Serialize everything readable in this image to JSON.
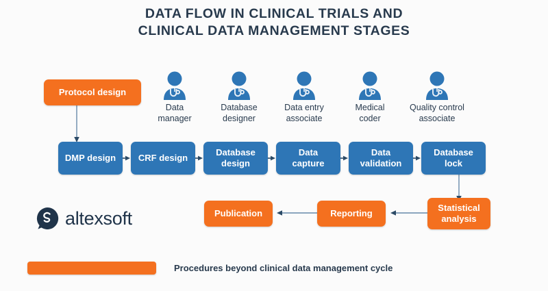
{
  "diagram": {
    "title_line1": "DATA FLOW IN CLINICAL TRIALS AND",
    "title_line2": "CLINICAL DATA MANAGEMENT STAGES",
    "colors": {
      "background": "#fbfbfb",
      "blue_box": "#2e76b6",
      "orange_box": "#f4701f",
      "text_dark": "#283a4d",
      "icon_blue": "#2e76b6",
      "connector": "#7a99b5",
      "logo_navy": "#20344a"
    }
  },
  "roles": [
    {
      "icon": "person-stethoscope-icon",
      "line1": "Data",
      "line2": "manager"
    },
    {
      "icon": "person-stethoscope-icon",
      "line1": "Database",
      "line2": "designer"
    },
    {
      "icon": "person-stethoscope-icon",
      "line1": "Data entry",
      "line2": "associate"
    },
    {
      "icon": "person-stethoscope-icon",
      "line1": "Medical",
      "line2": "coder"
    },
    {
      "icon": "person-stethoscope-icon",
      "line1": "Quality control",
      "line2": "associate"
    }
  ],
  "nodes": {
    "protocol_design": "Protocol design",
    "stage_row": [
      {
        "line1": "DMP design",
        "line2": ""
      },
      {
        "line1": "CRF design",
        "line2": ""
      },
      {
        "line1": "Database",
        "line2": "design"
      },
      {
        "line1": "Data",
        "line2": "capture"
      },
      {
        "line1": "Data",
        "line2": "validation"
      },
      {
        "line1": "Database",
        "line2": "lock"
      }
    ],
    "outcome_row": [
      {
        "line1": "Publication",
        "line2": ""
      },
      {
        "line1": "Reporting",
        "line2": ""
      },
      {
        "line1": "Statistical",
        "line2": "analysis"
      }
    ]
  },
  "logo": {
    "wordmark": "altexsoft"
  },
  "legend": {
    "label": "Procedures beyond clinical data management cycle"
  }
}
